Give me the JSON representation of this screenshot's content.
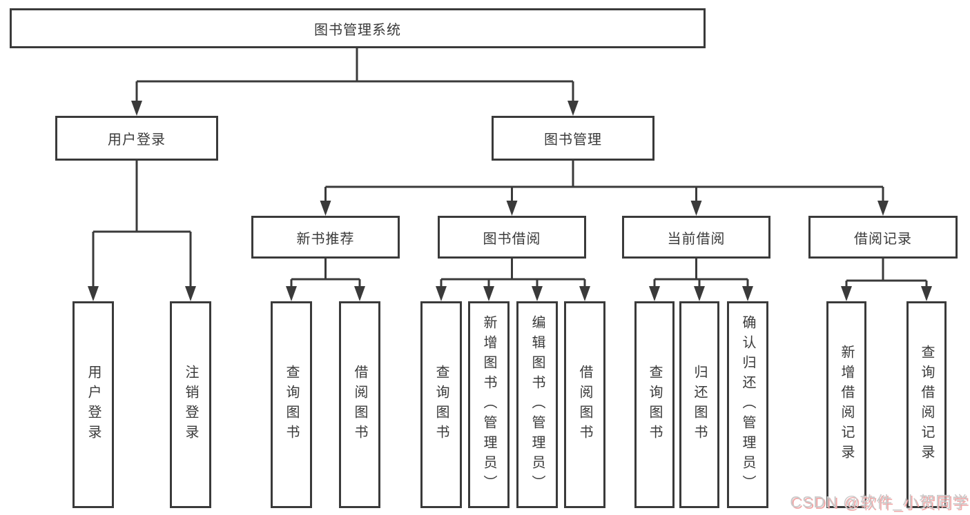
{
  "title": "图书管理系统",
  "tree": {
    "root": "图书管理系统",
    "children": [
      {
        "label": "用户登录",
        "children": [
          "用户登录",
          "注销登录"
        ]
      },
      {
        "label": "图书管理",
        "children": [
          {
            "label": "新书推荐",
            "children": [
              "查询图书",
              "借阅图书"
            ]
          },
          {
            "label": "图书借阅",
            "children": [
              "查询图书",
              "新增图书（管理员）",
              "编辑图书（管理员）",
              "借阅图书"
            ]
          },
          {
            "label": "当前借阅",
            "children": [
              "查询图书",
              "归还图书",
              "确认归还（管理员）"
            ]
          },
          {
            "label": "借阅记录",
            "children": [
              "新增借阅记录",
              "查询借阅记录"
            ]
          }
        ]
      }
    ]
  },
  "watermark": "CSDN @软件_小贺同学",
  "colors": {
    "line": "#3a3a3a",
    "box_border": "#3a3a3a",
    "box_background": "#ffffff",
    "text": "#3a3a3a",
    "page_background": "#ffffff",
    "watermark_text": "#c9c9c9",
    "watermark_shadow": "#f0a8a8"
  }
}
